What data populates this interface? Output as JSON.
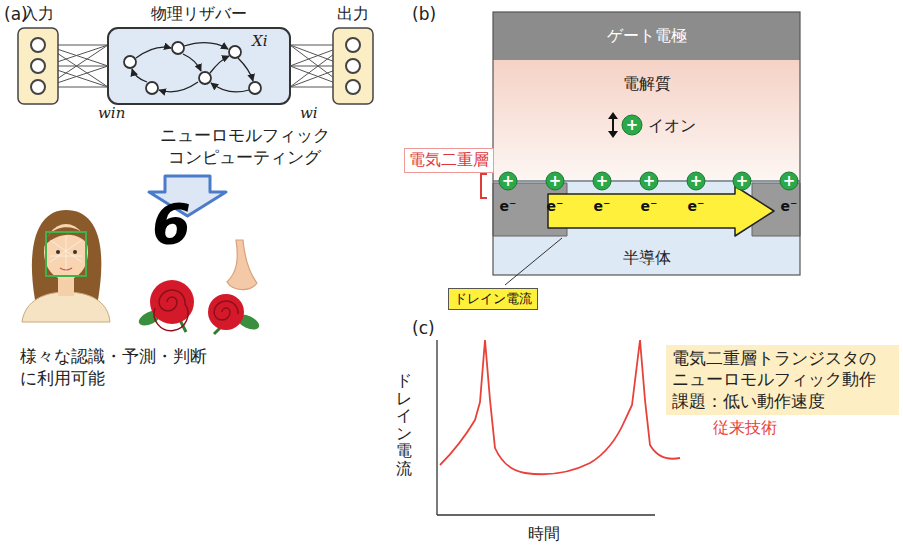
{
  "diagram": {
    "nodes": [
      {
        "text": [
          "入力"
        ]
      },
      {
        "text": [
          "物理リザバー",
          "Xi"
        ]
      },
      {
        "text": [
          "出力"
        ]
      },
      {
        "text": [
          "ゲート電極"
        ]
      },
      {
        "text": [
          "電解質"
        ]
      },
      {
        "text": [
          "半導体"
        ]
      },
      {
        "text": [
          "電気二重層"
        ]
      },
      {
        "text": [
          "ドレイン電流"
        ]
      },
      {
        "text": [
          "電気二重層トランジスタの ニューロモルフィック動作 課題：低い動作速度"
        ]
      }
    ],
    "edges": [
      {
        "from": 0,
        "to": 1,
        "arrow": "none"
      },
      {
        "from": 1,
        "to": 2,
        "arrow": "none"
      }
    ],
    "labels": [
      "(a)",
      "win",
      "wi",
      "ニューロモルフィック コンピューティング",
      "6",
      "様々な認識・予測・判断 に利用可能",
      "(b)",
      "イオン",
      "+",
      "+",
      "+",
      "+",
      "+",
      "+",
      "+",
      "+",
      "e⁻",
      "e⁻",
      "e⁻",
      "e⁻",
      "e⁻",
      "e⁻",
      "(c)",
      "ドレイン電流",
      "時間",
      "従来技術"
    ]
  }
}
